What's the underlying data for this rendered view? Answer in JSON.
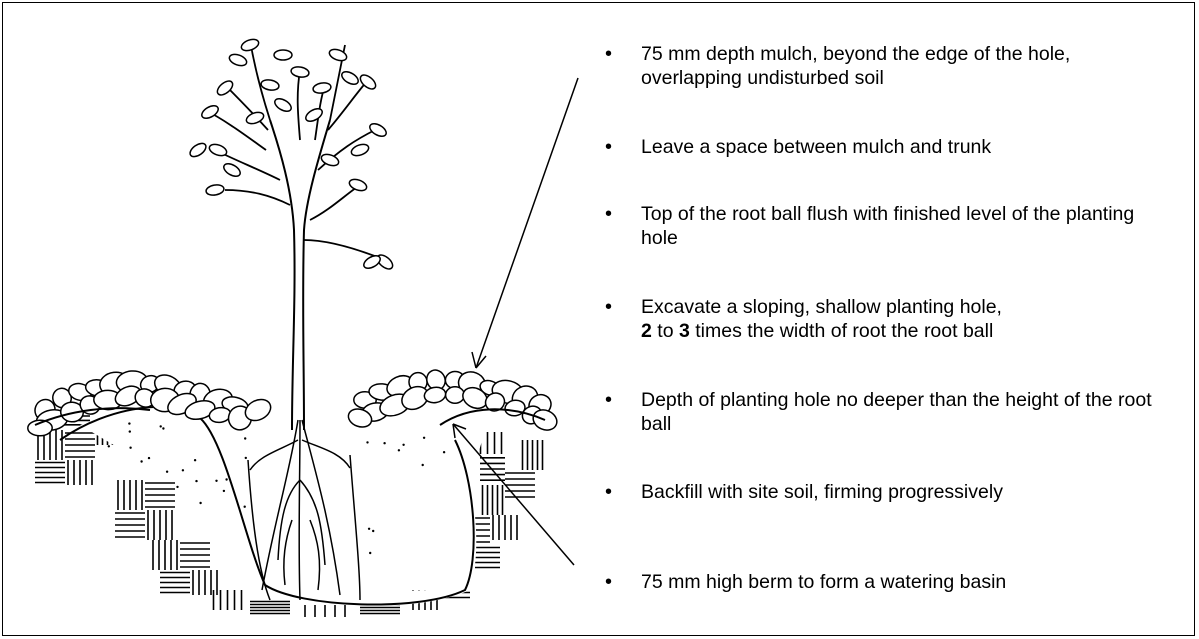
{
  "notes": [
    {
      "text": "75 mm depth mulch, beyond the edge of the hole, overlapping undisturbed soil"
    },
    {
      "text": "Leave a space between mulch and trunk"
    },
    {
      "text": "Top of the root ball flush with finished level of the planting hole"
    },
    {
      "pre": "Excavate a sloping, shallow planting hole,",
      "b1": "2",
      "mid": " to ",
      "b2": "3",
      "post": " times the width of root the root ball"
    },
    {
      "text": "Depth of planting hole no deeper than the height of the root ball"
    },
    {
      "text": "Backfill with site soil, firming progressively"
    },
    {
      "text": "75 mm high berm to form a watering basin"
    }
  ]
}
